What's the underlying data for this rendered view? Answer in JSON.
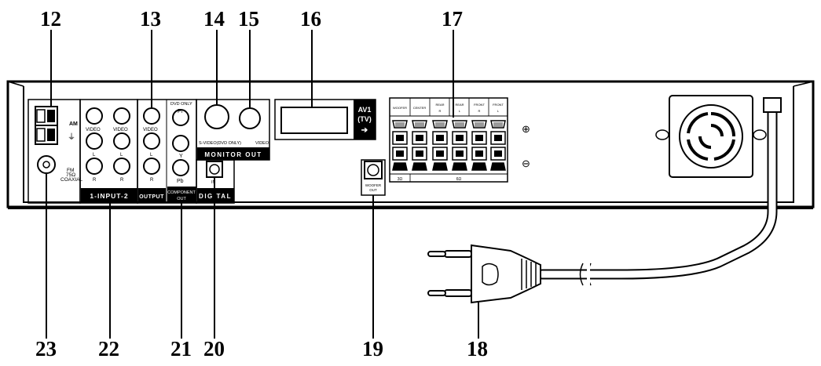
{
  "callouts": {
    "c12": "12",
    "c13": "13",
    "c14": "14",
    "c15": "15",
    "c16": "16",
    "c17": "17",
    "c23": "23",
    "c22": "22",
    "c21": "21",
    "c20": "20",
    "c19": "19",
    "c18": "18"
  },
  "panel": {
    "am": "AM",
    "fm_line1": "FM",
    "fm_line2": "75Ω",
    "fm_line3": "COAXIAL",
    "video": "VIDEO",
    "left": "L",
    "right": "R",
    "input_label": "1-INPUT-2",
    "output_label": "OUTPUT",
    "component_line1": "COMPONENT",
    "component_line2": "OUT",
    "dvd_only": "DVD ONLY",
    "pr": "Pr",
    "y": "Y",
    "pb": "Pb",
    "svideo": "S-VIDEO(DVD ONLY)",
    "monitor_out": "MONITOR OUT",
    "in": "IN",
    "digital": "DIGITAL",
    "av1": "AV1",
    "tv": "(TV)",
    "woofer_out_1": "WOOFER",
    "woofer_out_2": "OUT",
    "spk_woofer": "WOOFER",
    "spk_center": "CENTER",
    "spk_rear": "REAR",
    "spk_front": "FRONT",
    "spk_r": "R",
    "spk_l": "L",
    "ohm3": "3Ω",
    "ohm6": "6Ω",
    "plus": "⊕",
    "minus": "⊖"
  }
}
